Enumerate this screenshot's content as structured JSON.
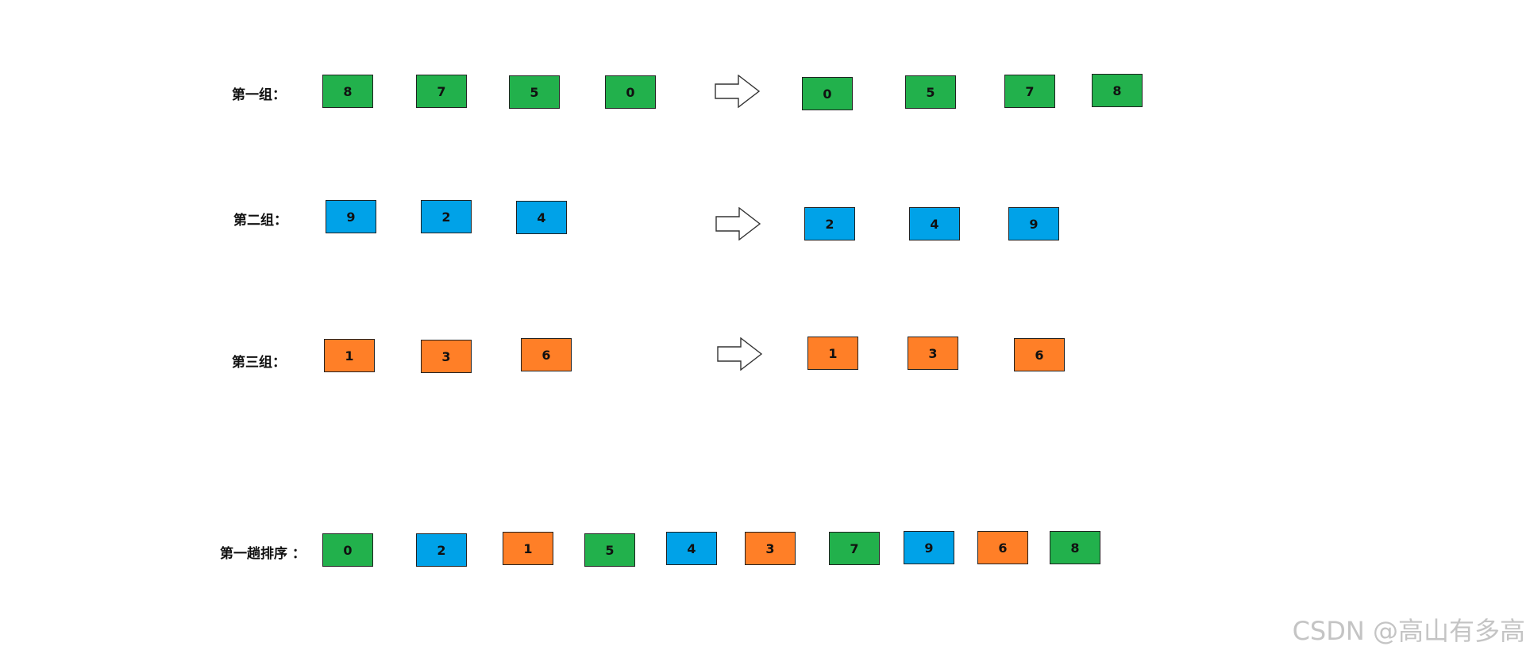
{
  "colors": {
    "green": "#22b14c",
    "blue": "#00a2e8",
    "orange": "#ff7f27"
  },
  "groups": [
    {
      "label": "第一组：",
      "before": [
        {
          "value": "8",
          "color": "green"
        },
        {
          "value": "7",
          "color": "green"
        },
        {
          "value": "5",
          "color": "green"
        },
        {
          "value": "0",
          "color": "green"
        }
      ],
      "after": [
        {
          "value": "0",
          "color": "green"
        },
        {
          "value": "5",
          "color": "green"
        },
        {
          "value": "7",
          "color": "green"
        },
        {
          "value": "8",
          "color": "green"
        }
      ]
    },
    {
      "label": "第二组：",
      "before": [
        {
          "value": "9",
          "color": "blue"
        },
        {
          "value": "2",
          "color": "blue"
        },
        {
          "value": "4",
          "color": "blue"
        }
      ],
      "after": [
        {
          "value": "2",
          "color": "blue"
        },
        {
          "value": "4",
          "color": "blue"
        },
        {
          "value": "9",
          "color": "blue"
        }
      ]
    },
    {
      "label": "第三组：",
      "before": [
        {
          "value": "1",
          "color": "orange"
        },
        {
          "value": "3",
          "color": "orange"
        },
        {
          "value": "6",
          "color": "orange"
        }
      ],
      "after": [
        {
          "value": "1",
          "color": "orange"
        },
        {
          "value": "3",
          "color": "orange"
        },
        {
          "value": "6",
          "color": "orange"
        }
      ]
    }
  ],
  "result": {
    "label": "第一趟排序 ：",
    "items": [
      {
        "value": "0",
        "color": "green"
      },
      {
        "value": "2",
        "color": "blue"
      },
      {
        "value": "1",
        "color": "orange"
      },
      {
        "value": "5",
        "color": "green"
      },
      {
        "value": "4",
        "color": "blue"
      },
      {
        "value": "3",
        "color": "orange"
      },
      {
        "value": "7",
        "color": "green"
      },
      {
        "value": "9",
        "color": "blue"
      },
      {
        "value": "6",
        "color": "orange"
      },
      {
        "value": "8",
        "color": "green"
      }
    ]
  },
  "watermark": "CSDN @高山有多高"
}
